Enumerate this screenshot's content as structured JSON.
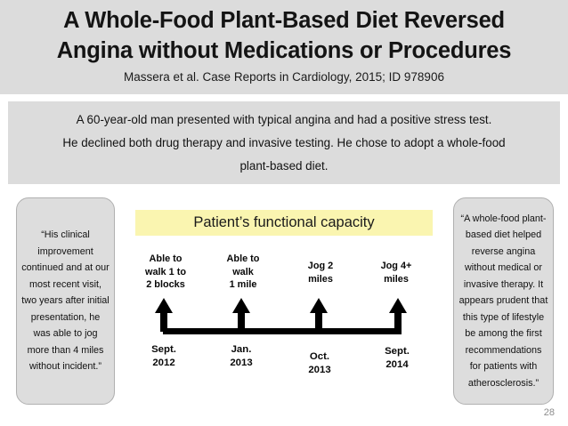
{
  "header": {
    "title_lines": [
      "A Whole-Food Plant-Based Diet Reversed",
      "Angina without Medications or Procedures"
    ],
    "citation": "Massera et al. Case Reports in Cardiology, 2015; ID 978906",
    "band_color": "#dcdcdc"
  },
  "abstract": {
    "lines": [
      "A 60-year-old man presented with typical angina and had a positive stress test.",
      "He declined both drug therapy and invasive testing. He chose to adopt a whole-food",
      "plant-based diet."
    ],
    "background_color": "#dcdcdc"
  },
  "quotes": {
    "left": {
      "text": "“His clinical improvement continued and at our most recent visit, two years after initial presentation, he was able to jog more than 4 miles without incident.”",
      "background_color": "#dddddd"
    },
    "right": {
      "text": "“A whole-food plant-based diet helped reverse angina without medical or invasive therapy. It appears prudent that this type of lifestyle be among the first recommendations for patients with atherosclerosis.”",
      "background_color": "#dddddd"
    }
  },
  "timeline": {
    "banner_label": "Patient’s functional capacity",
    "banner_color": "#faf5b0",
    "arrow_color": "#000000",
    "milestones": [
      {
        "capacity_lines": [
          "Able to",
          "walk 1 to",
          "2 blocks"
        ],
        "date_lines": [
          "Sept.",
          "2012"
        ]
      },
      {
        "capacity_lines": [
          "Able to",
          "walk",
          "1 mile"
        ],
        "date_lines": [
          "Jan.",
          "2013"
        ]
      },
      {
        "capacity_lines": [
          "Jog 2",
          "miles"
        ],
        "date_lines": [
          "Oct.",
          "2013"
        ]
      },
      {
        "capacity_lines": [
          "Jog 4+",
          "miles"
        ],
        "date_lines": [
          "Sept.",
          "2014"
        ]
      }
    ]
  },
  "footer": {
    "page_number": "28"
  }
}
